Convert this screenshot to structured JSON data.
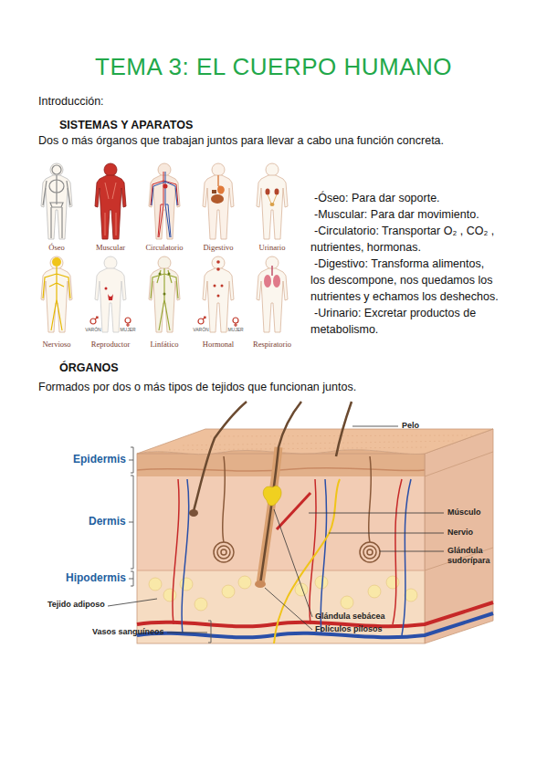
{
  "diagram": {
    "title": "TEMA 3: EL CUERPO HUMANO",
    "labels": [
      "Introducción:",
      "SISTEMAS Y APARATOS",
      "Dos o más órganos que trabajan juntos para llevar a cabo una función concreta.",
      "Óseo",
      "Muscular",
      "Circulatorio",
      "Digestivo",
      "Urinario",
      "Nervioso",
      "Reproductor",
      "Linfático",
      "Hormonal",
      "Respiratorio",
      "VARÓN",
      "MUJER",
      "VARÓN",
      "MUJER",
      "-Óseo: Para dar soporte.",
      "-Muscular: Para dar movimiento.",
      "-Circulatorio: Transportar O₂ , CO₂ , nutrientes, hormonas.",
      "-Digestivo: Transforma alimentos, los descompone, nos quedamos los nutrientes y echamos los deshechos.",
      "-Urinario: Excretar productos de metabolismo.",
      "ÓRGANOS",
      "Formados por dos o más tipos de tejidos que funcionan juntos.",
      "Pelo",
      "Epidermis",
      "Músculo",
      "Dermis",
      "Nervio",
      "Glándula sudorípara",
      "Hipodermis",
      "Tejido adiposo",
      "Glándula sebácea",
      "Vasos sanguíneos",
      "Folículos pilosos"
    ]
  }
}
